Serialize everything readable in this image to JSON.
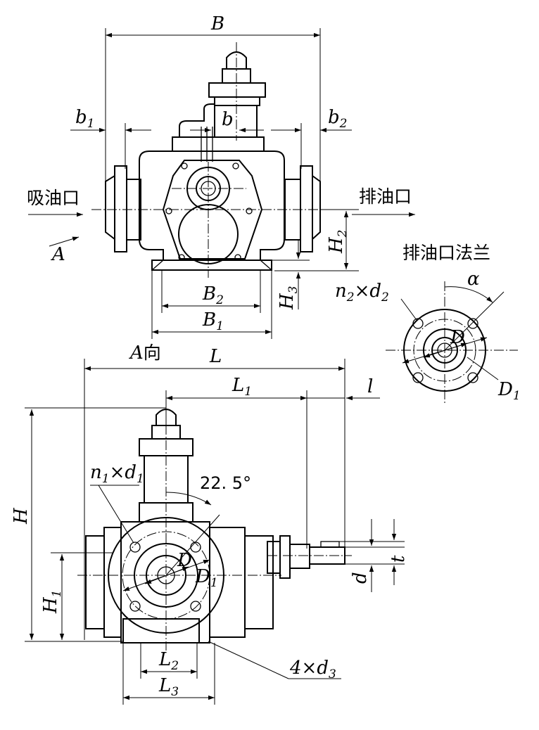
{
  "top_view": {
    "dim_B": "B",
    "dim_b1": "b",
    "dim_b1_sub": "1",
    "dim_b": "b",
    "dim_b2": "b",
    "dim_b2_sub": "2",
    "dim_H2": "H",
    "dim_H2_sub": "2",
    "dim_H3": "H",
    "dim_H3_sub": "3",
    "dim_B2": "B",
    "dim_B2_sub": "2",
    "dim_B1": "B",
    "dim_B1_sub": "1",
    "inlet_label": "吸油口",
    "outlet_label": "排油口",
    "arrow_A": "A"
  },
  "flange_view": {
    "title": "排油口法兰",
    "alpha": "α",
    "n2d2_n": "n",
    "n2d2_n_sub": "2",
    "n2d2_x": "×",
    "n2d2_d": "d",
    "n2d2_d_sub": "2",
    "D": "D",
    "D1": "D",
    "D1_sub": "1"
  },
  "front_view": {
    "view_label_A": "A",
    "view_label_dir": "向",
    "dim_L": "L",
    "dim_L1": "L",
    "dim_L1_sub": "1",
    "dim_l": "l",
    "dim_H": "H",
    "dim_H1": "H",
    "dim_H1_sub": "1",
    "n1d1_n": "n",
    "n1d1_n_sub": "1",
    "n1d1_x": "×",
    "n1d1_d": "d",
    "n1d1_d_sub": "1",
    "angle": "22. 5°",
    "D": "D",
    "D1": "D",
    "D1_sub": "1",
    "dim_d": "d",
    "dim_t": "t",
    "dim_L2": "L",
    "dim_L2_sub": "2",
    "dim_L3": "L",
    "dim_L3_sub": "3",
    "foot_holes": "4×d",
    "foot_holes_sub": "3"
  }
}
